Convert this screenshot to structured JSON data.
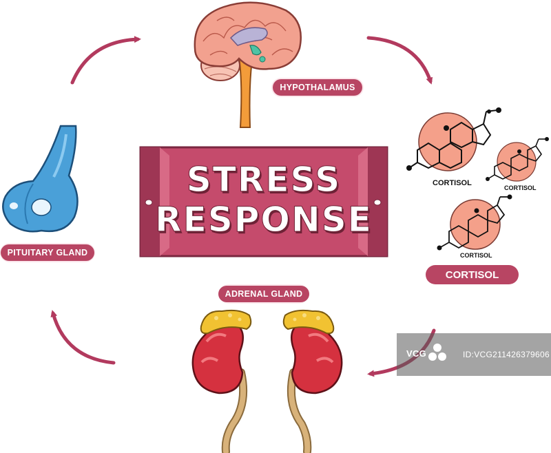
{
  "title": {
    "line1": "STRESS",
    "line2": "RESPONSE"
  },
  "labels": {
    "hypothalamus": "HYPOTHALAMUS",
    "pituitary": "PITUITARY GLAND",
    "adrenal": "ADRENAL GLAND",
    "cortisol_main": "CORTISOL",
    "cortisol_small": [
      "CORTISOL",
      "CORTISOL",
      "CORTISOL"
    ]
  },
  "watermark": {
    "brand": "VCG",
    "code": "ID:VCG211426379606"
  },
  "colors": {
    "banner": "#c54b6c",
    "banner_dark": "#9e3654",
    "pill": "#b84563",
    "arrow": "#b23a5e",
    "pituitary": "#4aa0d8",
    "kidney": "#d5313f",
    "adrenal": "#f1c232",
    "ureter": "#d8b27a",
    "brain": "#f2a18f",
    "molecule_circle": "#f4a08a"
  }
}
